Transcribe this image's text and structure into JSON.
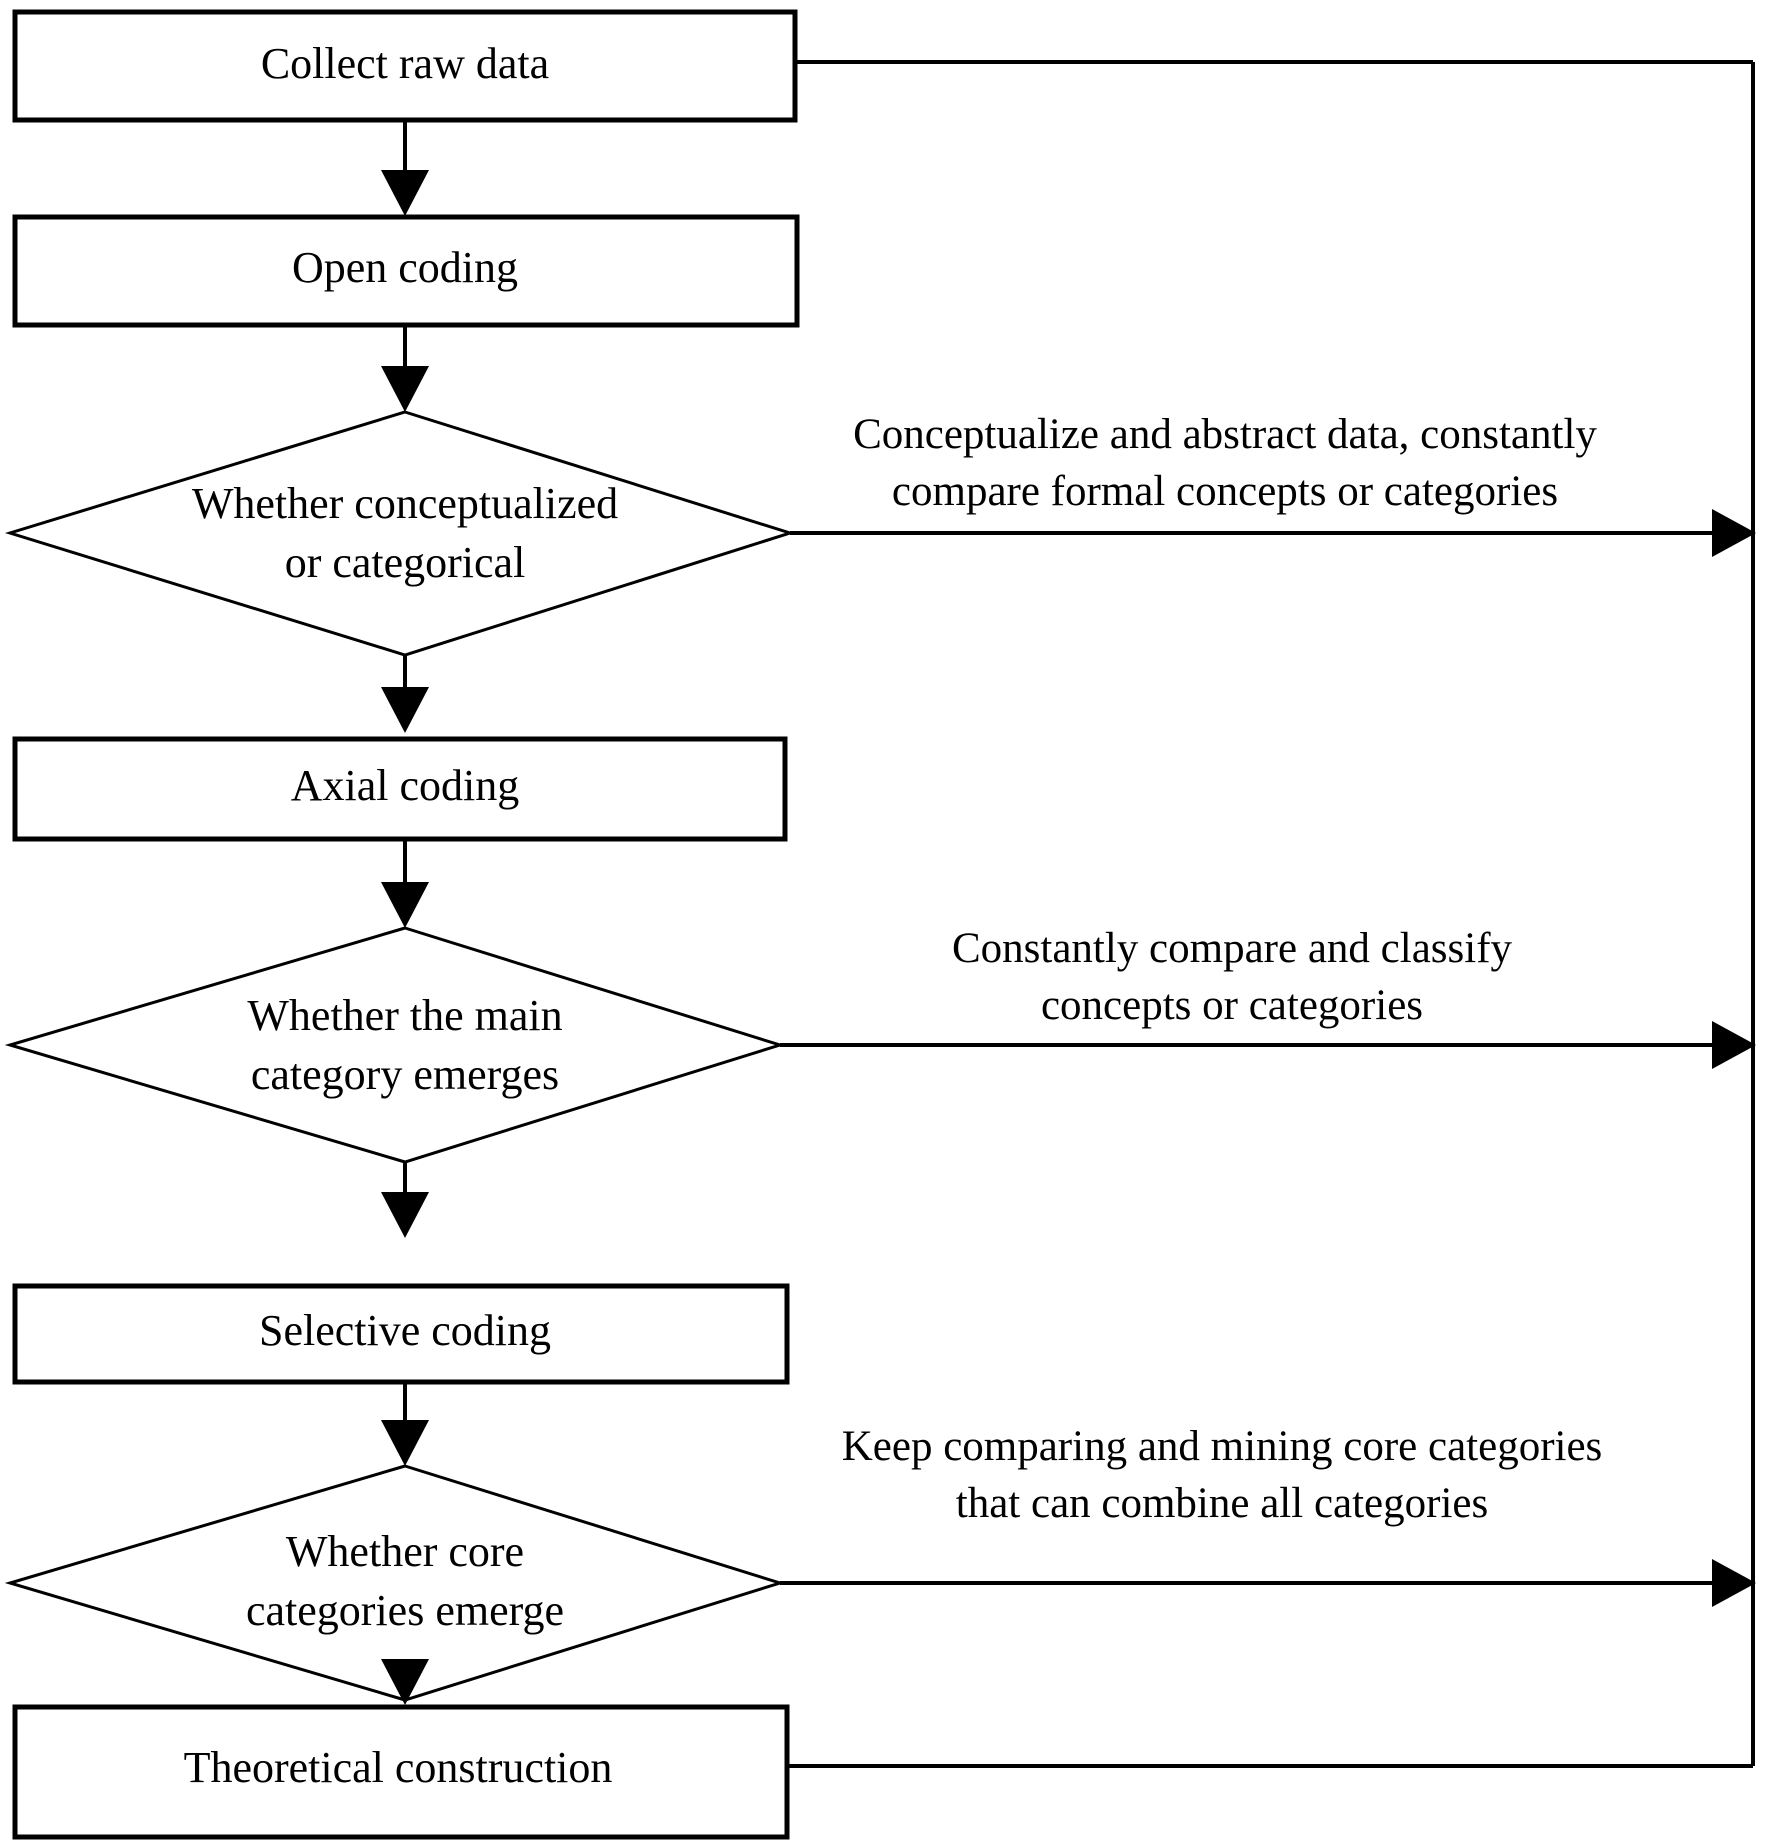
{
  "diagram": {
    "title": "Grounded theory coding procedure flowchart",
    "orientation": "top-to-bottom",
    "stroke_color": "#000000",
    "fill_color": "#ffffff",
    "background_color": "#ffffff"
  },
  "nodes": {
    "collect_raw_data": {
      "label": "Collect raw data",
      "shape": "rectangle"
    },
    "open_coding": {
      "label": "Open coding",
      "shape": "rectangle"
    },
    "decision_conceptualized": {
      "label_line1": "Whether conceptualized",
      "label_line2": "or categorical",
      "shape": "diamond"
    },
    "axial_coding": {
      "label": "Axial coding",
      "shape": "rectangle"
    },
    "decision_main_category": {
      "label_line1": "Whether the main",
      "label_line2": "category emerges",
      "shape": "diamond"
    },
    "selective_coding": {
      "label": "Selective coding",
      "shape": "rectangle"
    },
    "decision_core_categories": {
      "label_line1": "Whether core",
      "label_line2": "categories emerge",
      "shape": "diamond"
    },
    "theoretical_construction": {
      "label": "Theoretical construction",
      "shape": "rectangle"
    }
  },
  "edge_labels": {
    "conceptualize": {
      "line1": "Conceptualize and abstract data, constantly",
      "line2": "compare formal concepts or categories"
    },
    "classify": {
      "line1": "Constantly compare and classify",
      "line2": "concepts or categories"
    },
    "mining_core": {
      "line1": "Keep comparing and mining core categories",
      "line2": "that can combine all categories"
    }
  }
}
